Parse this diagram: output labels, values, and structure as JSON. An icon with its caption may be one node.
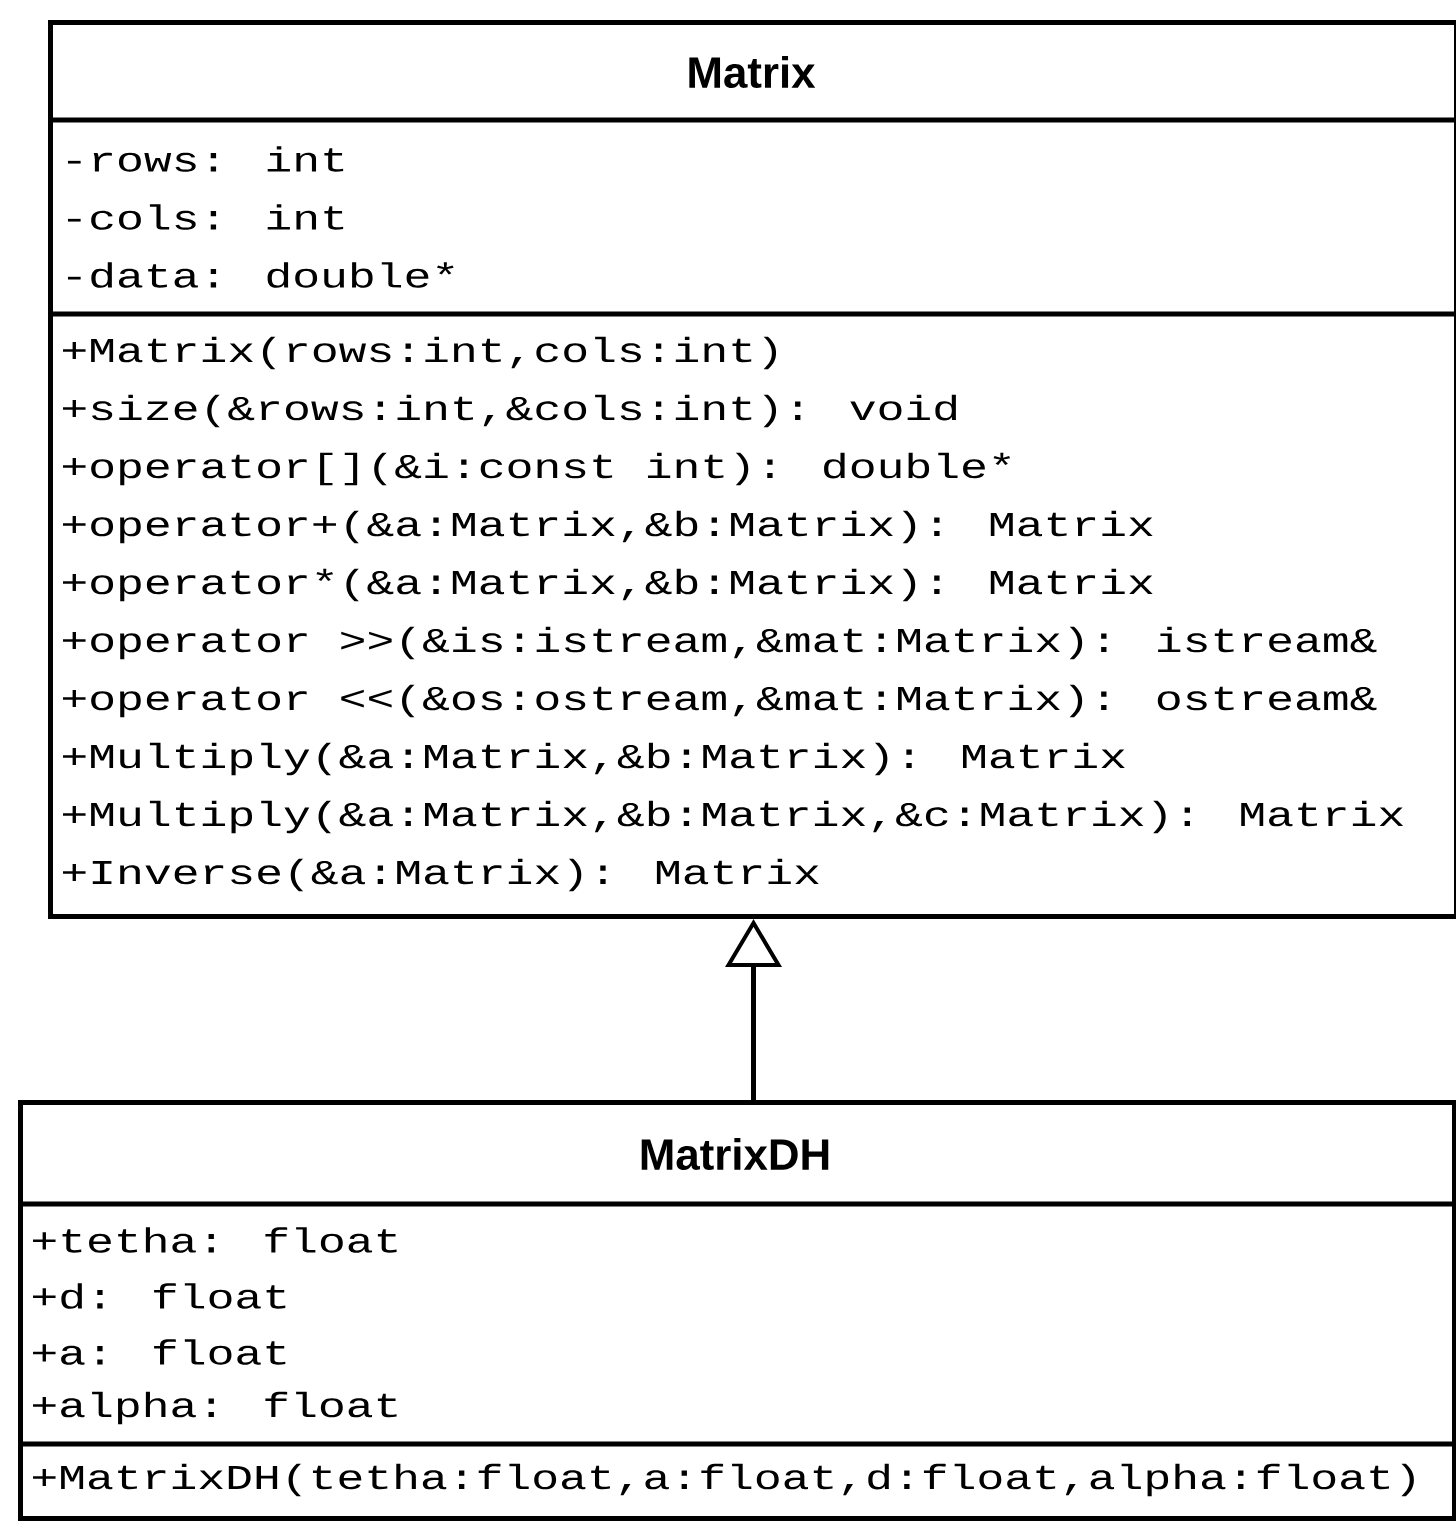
{
  "diagram": {
    "nodes": [
      {
        "text": [
          "Matrix",
          "-rows: int",
          "-cols: int",
          "-data: double*",
          "+Matrix(rows:int,cols:int)",
          "+size(&rows:int,&cols:int): void",
          "+operator[](&i:const int): double*",
          "+operator+(&a:Matrix,&b:Matrix): Matrix",
          "+operator*(&a:Matrix,&b:Matrix): Matrix",
          "+operator >>(&is:istream,&mat:Matrix): istream&",
          "+operator <<(&os:ostream,&mat:Matrix): ostream&",
          "+Multiply(&a:Matrix,&b:Matrix): Matrix",
          "+Multiply(&a:Matrix,&b:Matrix,&c:Matrix): Matrix",
          "+Inverse(&a:Matrix): Matrix"
        ]
      },
      {
        "text": [
          "MatrixDH",
          "+tetha: float",
          "+d: float",
          "+a: float",
          "+alpha: float",
          "+MatrixDH(tetha:float,a:float,d:float,alpha:float)"
        ]
      }
    ],
    "edges": [
      {
        "from": 1,
        "to": 0,
        "arrow": "to"
      }
    ]
  }
}
